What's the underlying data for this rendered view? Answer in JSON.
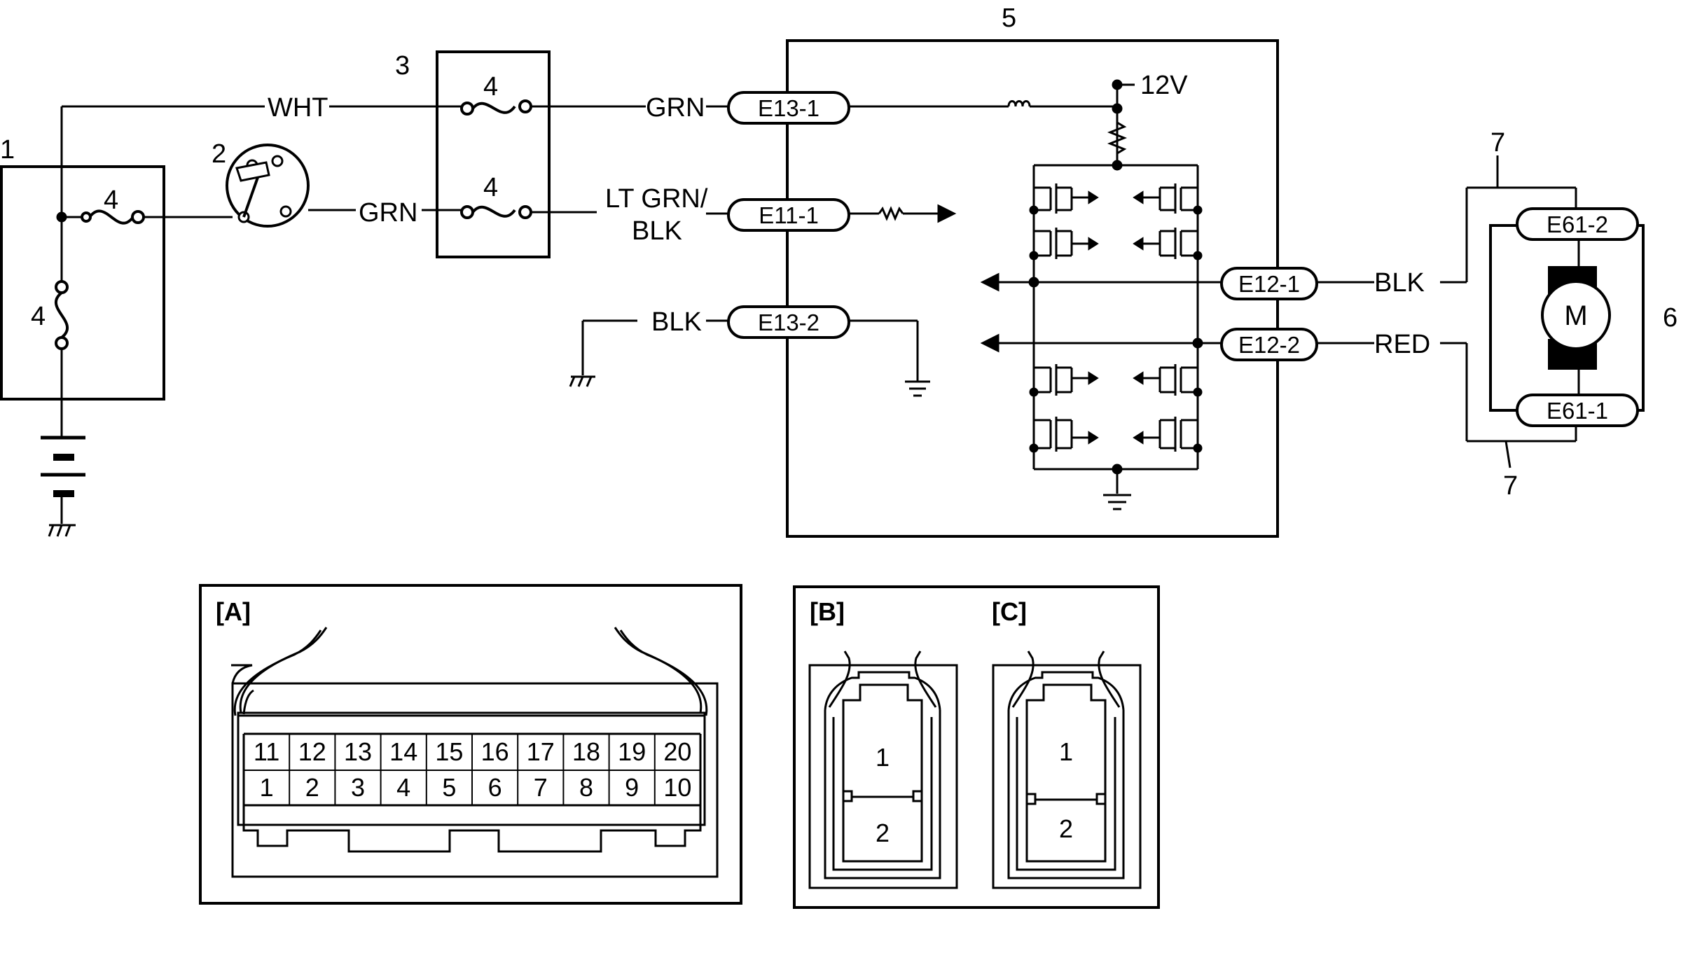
{
  "callouts": {
    "battery_box": "1",
    "switch": "2",
    "fuse_box": "3",
    "fuse_a": "4",
    "fuse_b": "4",
    "fuse_c": "4",
    "fuse_d": "4",
    "controller": "5",
    "motor_assembly": "6",
    "motor_connector_top": "7",
    "motor_connector_bottom": "7"
  },
  "wires": {
    "wht": "WHT",
    "grn_switch": "GRN",
    "grn_top": "GRN",
    "lt_grn_line1": "LT GRN/",
    "lt_grn_line2": "BLK",
    "blk_ground": "BLK",
    "blk_motor": "BLK",
    "red_motor": "RED"
  },
  "connectors": {
    "e13_1": "E13-1",
    "e11_1": "E11-1",
    "e13_2": "E13-2",
    "e12_1": "E12-1",
    "e12_2": "E12-2",
    "e61_2": "E61-2",
    "e61_1": "E61-1"
  },
  "supply_voltage": "12V",
  "motor_symbol": "M",
  "connector_views": {
    "a": {
      "title": "[A]",
      "top_row": [
        "11",
        "12",
        "13",
        "14",
        "15",
        "16",
        "17",
        "18",
        "19",
        "20"
      ],
      "bottom_row": [
        "1",
        "2",
        "3",
        "4",
        "5",
        "6",
        "7",
        "8",
        "9",
        "10"
      ]
    },
    "b": {
      "title": "[B]",
      "pin_top": "1",
      "pin_bottom": "2"
    },
    "c": {
      "title": "[C]",
      "pin_top": "1",
      "pin_bottom": "2"
    }
  }
}
